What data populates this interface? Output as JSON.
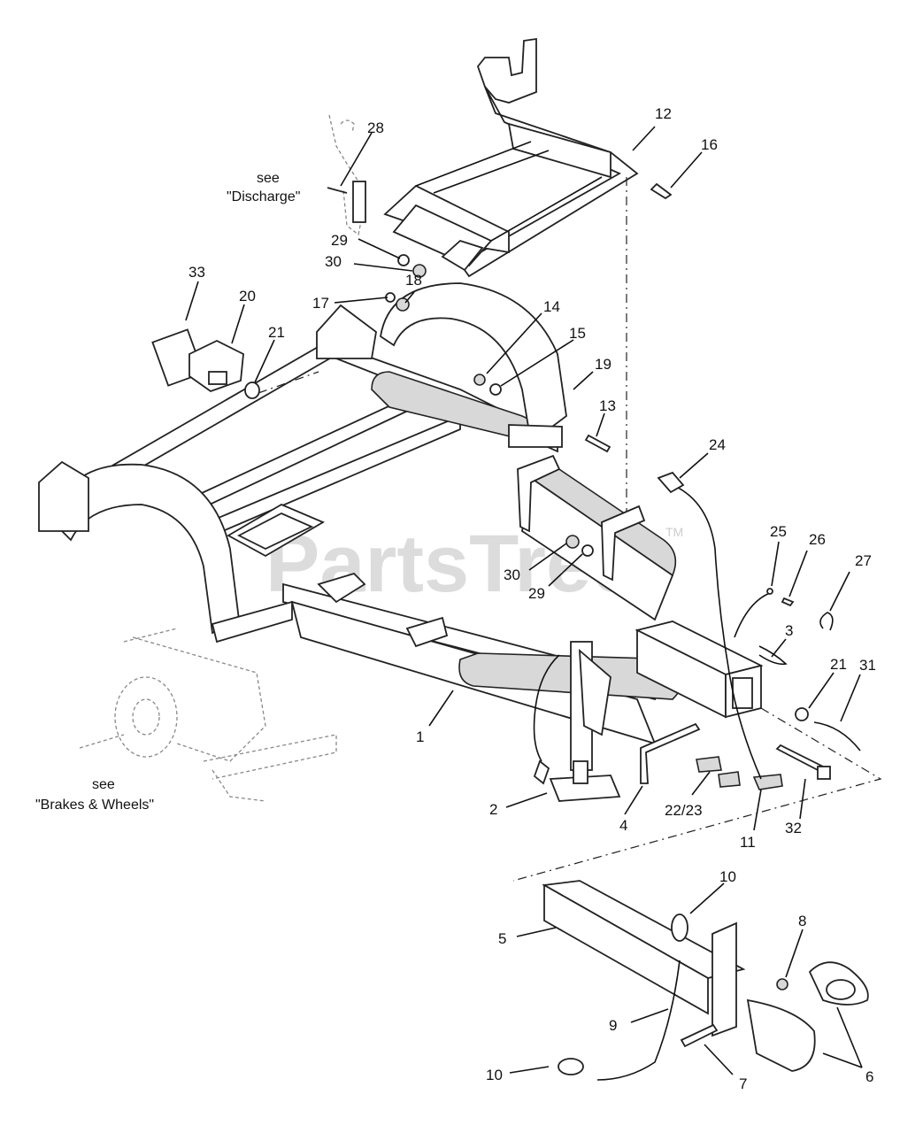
{
  "watermark": {
    "text": "PartsTree",
    "tm": "TM"
  },
  "notes": {
    "discharge_see": "see",
    "discharge_ref": "\"Discharge\"",
    "brakes_see": "see",
    "brakes_ref": "\"Brakes & Wheels\""
  },
  "callouts": [
    {
      "id": "c1",
      "text": "1"
    },
    {
      "id": "c2",
      "text": "2"
    },
    {
      "id": "c3",
      "text": "3"
    },
    {
      "id": "c4",
      "text": "4"
    },
    {
      "id": "c5",
      "text": "5"
    },
    {
      "id": "c6",
      "text": "6"
    },
    {
      "id": "c7",
      "text": "7"
    },
    {
      "id": "c8",
      "text": "8"
    },
    {
      "id": "c9",
      "text": "9"
    },
    {
      "id": "c10a",
      "text": "10"
    },
    {
      "id": "c10b",
      "text": "10"
    },
    {
      "id": "c11",
      "text": "11"
    },
    {
      "id": "c12",
      "text": "12"
    },
    {
      "id": "c13",
      "text": "13"
    },
    {
      "id": "c14",
      "text": "14"
    },
    {
      "id": "c15",
      "text": "15"
    },
    {
      "id": "c16",
      "text": "16"
    },
    {
      "id": "c17",
      "text": "17"
    },
    {
      "id": "c18",
      "text": "18"
    },
    {
      "id": "c19",
      "text": "19"
    },
    {
      "id": "c20",
      "text": "20"
    },
    {
      "id": "c21a",
      "text": "21"
    },
    {
      "id": "c21b",
      "text": "21"
    },
    {
      "id": "c2223",
      "text": "22/23"
    },
    {
      "id": "c24",
      "text": "24"
    },
    {
      "id": "c25",
      "text": "25"
    },
    {
      "id": "c26",
      "text": "26"
    },
    {
      "id": "c27",
      "text": "27"
    },
    {
      "id": "c28",
      "text": "28"
    },
    {
      "id": "c29a",
      "text": "29"
    },
    {
      "id": "c29b",
      "text": "29"
    },
    {
      "id": "c30a",
      "text": "30"
    },
    {
      "id": "c30b",
      "text": "30"
    },
    {
      "id": "c31",
      "text": "31"
    },
    {
      "id": "c32",
      "text": "32"
    },
    {
      "id": "c33",
      "text": "33"
    }
  ]
}
